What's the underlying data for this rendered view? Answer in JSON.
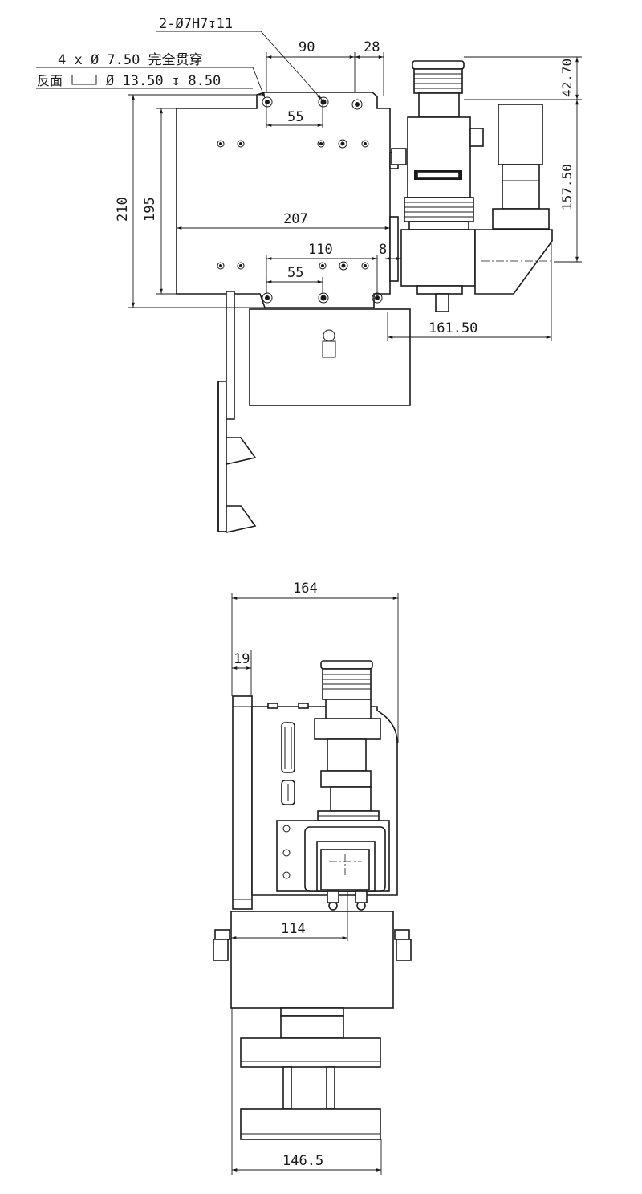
{
  "front_view": {
    "callout_holes": "2-Ø7H7↧11",
    "callout_thru_line1": "4 x  Ø  7.50 完全贯穿",
    "callout_thru_line2_prefix": "反面",
    "callout_thru_line2": "Ø  13.50  ↧  8.50",
    "dim_90": "90",
    "dim_28": "28",
    "dim_42_70": "42.70",
    "dim_157_50": "157.50",
    "dim_55_top": "55",
    "dim_210": "210",
    "dim_195": "195",
    "dim_207": "207",
    "dim_110": "110",
    "dim_8": "8",
    "dim_55_bottom": "55",
    "dim_161_50": "161.50"
  },
  "side_view": {
    "dim_164": "164",
    "dim_19": "19",
    "dim_114": "114",
    "dim_146_5": "146.5"
  }
}
